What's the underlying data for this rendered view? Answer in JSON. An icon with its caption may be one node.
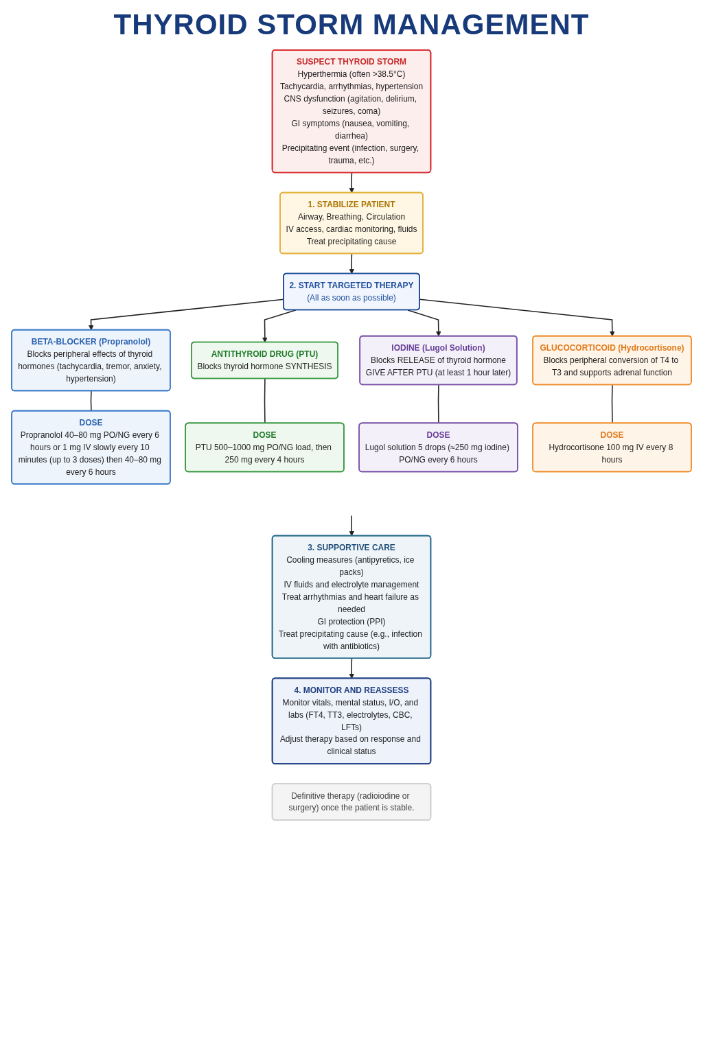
{
  "diagram": {
    "title": "THYROID STORM MANAGEMENT",
    "nodes": [
      {
        "text": [
          "SUSPECT THYROID STORM",
          "Hyperthermia (often >38.5°C)",
          "Tachycardia, arrhythmias, hypertension",
          "CNS dysfunction (agitation, delirium, seizures, coma)",
          "GI symptoms (nausea, vomiting, diarrhea)",
          "Precipitating event (infection, surgery, trauma, etc.)"
        ]
      },
      {
        "text": [
          "1. STABILIZE PATIENT",
          "Airway, Breathing, Circulation",
          "IV access, cardiac monitoring, fluids",
          "Treat precipitating cause"
        ]
      },
      {
        "text": [
          "2. START TARGETED THERAPY",
          "(All as soon as possible)"
        ]
      },
      {
        "text": [
          "BETA-BLOCKER (Propranolol)",
          "Blocks peripheral effects of thyroid hormones (tachycardia, tremor, anxiety, hypertension)"
        ]
      },
      {
        "text": [
          "ANTITHYROID DRUG (PTU)",
          "Blocks thyroid hormone SYNTHESIS"
        ]
      },
      {
        "text": [
          "IODINE (Lugol Solution)",
          "Blocks RELEASE of thyroid hormone",
          "GIVE AFTER PTU (at least 1 hour later)"
        ]
      },
      {
        "text": [
          "GLUCOCORTICOID (Hydrocortisone)",
          "Blocks peripheral conversion of T4 to T3 and supports adrenal function"
        ]
      },
      {
        "text": [
          "DOSE",
          "Propranolol 40–80 mg PO/NG every 6 hours or 1 mg IV slowly every 10 minutes (up to 3 doses) then 40–80 mg every 6 hours"
        ]
      },
      {
        "text": [
          "DOSE",
          "PTU 500–1000 mg PO/NG load, then 250 mg every 4 hours"
        ]
      },
      {
        "text": [
          "DOSE",
          "Lugol solution 5 drops (≈250 mg iodine) PO/NG every 6 hours"
        ]
      },
      {
        "text": [
          "DOSE",
          "Hydrocortisone 100 mg IV every 8 hours"
        ]
      },
      {
        "text": [
          "3. SUPPORTIVE CARE",
          "Cooling measures (antipyretics, ice packs)",
          "IV fluids and electrolyte management",
          "Treat arrhythmias and heart failure as needed",
          "GI protection (PPI)",
          "Treat precipitating cause (e.g., infection with antibiotics)"
        ]
      },
      {
        "text": [
          "4. MONITOR AND REASSESS",
          "Monitor vitals, mental status, I/O, and labs (FT4, TT3, electrolytes, CBC, LFTs)",
          "Adjust therapy based on response and clinical status"
        ]
      },
      {
        "text": [
          "Definitive therapy (radioiodine or surgery) once the patient is stable."
        ]
      }
    ],
    "edges": [
      {
        "from": 0,
        "to": 1,
        "arrow": "to"
      },
      {
        "from": 1,
        "to": 2,
        "arrow": "to"
      },
      {
        "from": 2,
        "to": 3,
        "arrow": "to"
      },
      {
        "from": 2,
        "to": 4,
        "arrow": "to"
      },
      {
        "from": 2,
        "to": 5,
        "arrow": "to"
      },
      {
        "from": 2,
        "to": 6,
        "arrow": "to"
      },
      {
        "from": 3,
        "to": 7,
        "arrow": "none"
      },
      {
        "from": 4,
        "to": 8,
        "arrow": "none"
      },
      {
        "from": 5,
        "to": 9,
        "arrow": "none"
      },
      {
        "from": 6,
        "to": 10,
        "arrow": "none"
      },
      {
        "from": null,
        "to": 11,
        "arrow": "to"
      },
      {
        "from": 11,
        "to": 12,
        "arrow": "to"
      }
    ]
  }
}
